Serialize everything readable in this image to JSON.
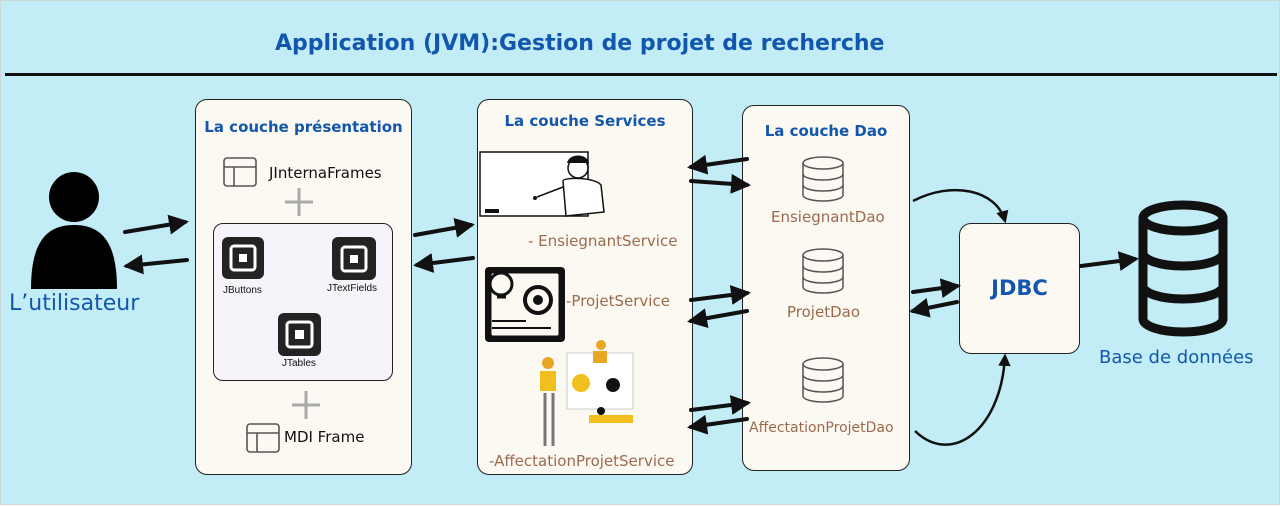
{
  "title": "Application (JVM):Gestion de projet de recherche",
  "user": {
    "label": "L’utilisateur"
  },
  "presentation": {
    "title": "La couche présentation",
    "top_item": "JInternaFrames",
    "bottom_item": "MDI Frame",
    "widgets": [
      "JButtons",
      "JTextFields",
      "JTables"
    ]
  },
  "services": {
    "title": "La couche Services",
    "items": [
      "- EnsiegnantService",
      "-ProjetService",
      "-AffectationProjetService"
    ]
  },
  "dao": {
    "title": "La couche Dao",
    "items": [
      "EnsiegnantDao",
      "ProjetDao",
      "AffectationProjetDao"
    ]
  },
  "jdbc": {
    "label": "JDBC"
  },
  "database": {
    "label": "Base de données"
  },
  "colors": {
    "background": "#c2edf6",
    "title_blue": "#1257ad",
    "label_brown": "#9c6a4e",
    "box_fill": "#fbf9f2"
  }
}
